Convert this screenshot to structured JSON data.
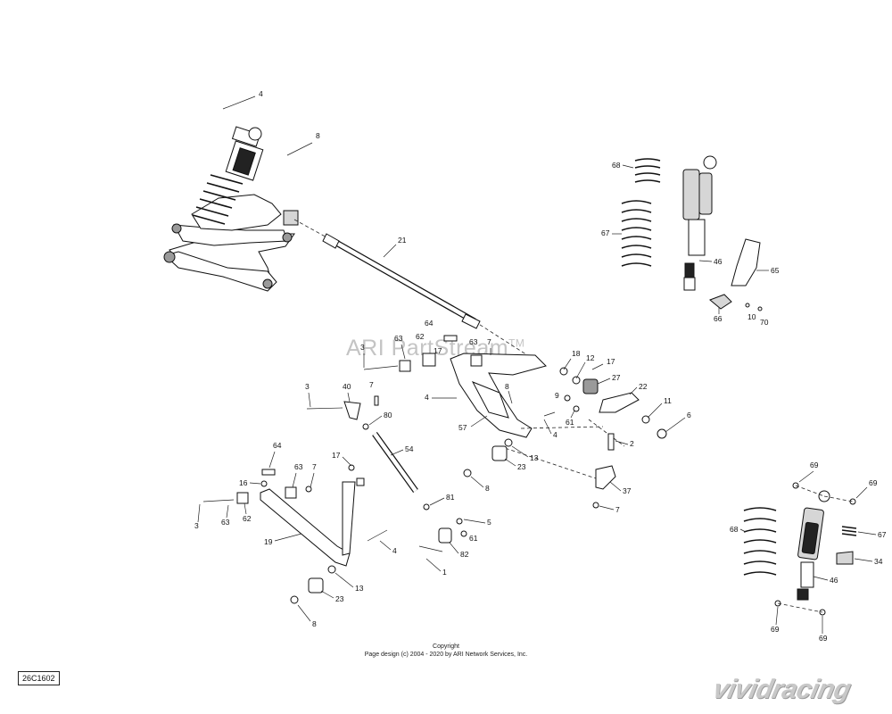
{
  "diagram": {
    "watermark": "ARI PartStream",
    "watermark_tm": "TM",
    "copyright_line1": "Copyright",
    "copyright_line2": "Page design (c) 2004 - 2020 by ARI Network Services, Inc.",
    "diagram_ref": "26C1602",
    "logo": "vividracing",
    "callouts": {
      "c4a": "4",
      "c8a": "8",
      "c21": "21",
      "c68a": "68",
      "c67a": "67",
      "c46a": "46",
      "c65": "65",
      "c66": "66",
      "c10": "10",
      "c70": "70",
      "c64a": "64",
      "c62a": "62",
      "c63a": "63",
      "c3a": "3",
      "c17a": "17",
      "c63b": "63",
      "c7a": "7",
      "c18": "18",
      "c12": "12",
      "c17b": "17",
      "c27": "27",
      "c22": "22",
      "c11": "11",
      "c6": "6",
      "c9": "9",
      "c61a": "61",
      "c4b": "4",
      "c8b": "8",
      "c57": "57",
      "c4c": "4",
      "c3b": "3",
      "c40": "40",
      "c7b": "7",
      "c80": "80",
      "c54": "54",
      "c13a": "13",
      "c23a": "23",
      "c8c": "8",
      "c2": "2",
      "c37": "37",
      "c7c": "7",
      "c64b": "64",
      "c63c": "63",
      "c7d": "7",
      "c17c": "17",
      "c16": "16",
      "c3c": "3",
      "c63d": "63",
      "c62b": "62",
      "c19": "19",
      "c4d": "4",
      "c81": "81",
      "c5": "5",
      "c61b": "61",
      "c82": "82",
      "c1": "1",
      "c13b": "13",
      "c23b": "23",
      "c8d": "8",
      "c69a": "69",
      "c69b": "69",
      "c67b": "67",
      "c68b": "68",
      "c34": "34",
      "c46b": "46",
      "c69c": "69",
      "c69d": "69"
    }
  }
}
